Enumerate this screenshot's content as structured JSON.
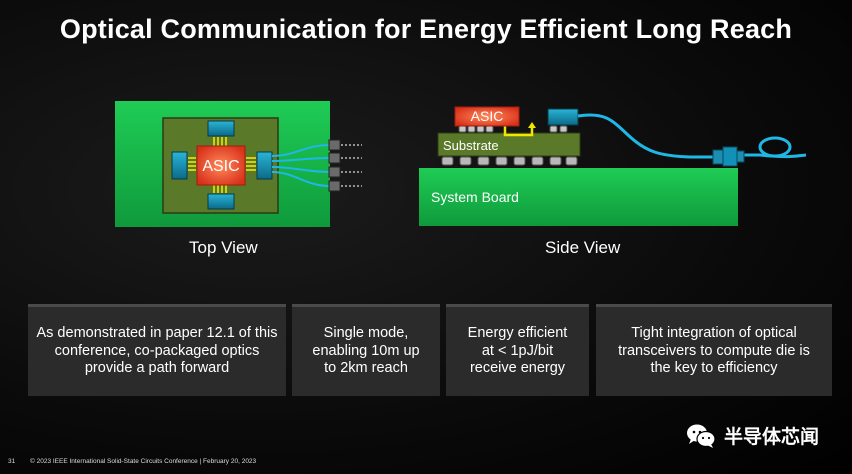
{
  "title": "Optical Communication for Energy Efficient Long Reach",
  "top_view": {
    "chip_label": "ASIC",
    "caption": "Top View"
  },
  "side_view": {
    "asic_label": "ASIC",
    "substrate_label": "Substrate",
    "board_label": "System Board",
    "caption": "Side View"
  },
  "boxes": [
    {
      "text": "As demonstrated in paper 12.1 of this conference, co-packaged optics provide a path forward"
    },
    {
      "text": "Single mode, enabling 10m up to 2km reach"
    },
    {
      "text": "Energy efficient at < 1pJ/bit receive energy"
    },
    {
      "text": "Tight integration of optical transceivers to compute die is the key to efficiency"
    }
  ],
  "footer": {
    "page": "31",
    "text": "© 2023 IEEE International Solid-State Circuits Conference  |  February 20, 2023"
  },
  "watermark": {
    "text": "半导体芯闻",
    "icon": "wechat-icon"
  },
  "colors": {
    "board_green": "#14b84a",
    "package_green": "#5a7a2a",
    "asic_red": "#e8452a",
    "optics_blue": "#1a8fb0",
    "fiber_blue": "#1fb8e6",
    "bond_yellow": "#f2e600"
  }
}
